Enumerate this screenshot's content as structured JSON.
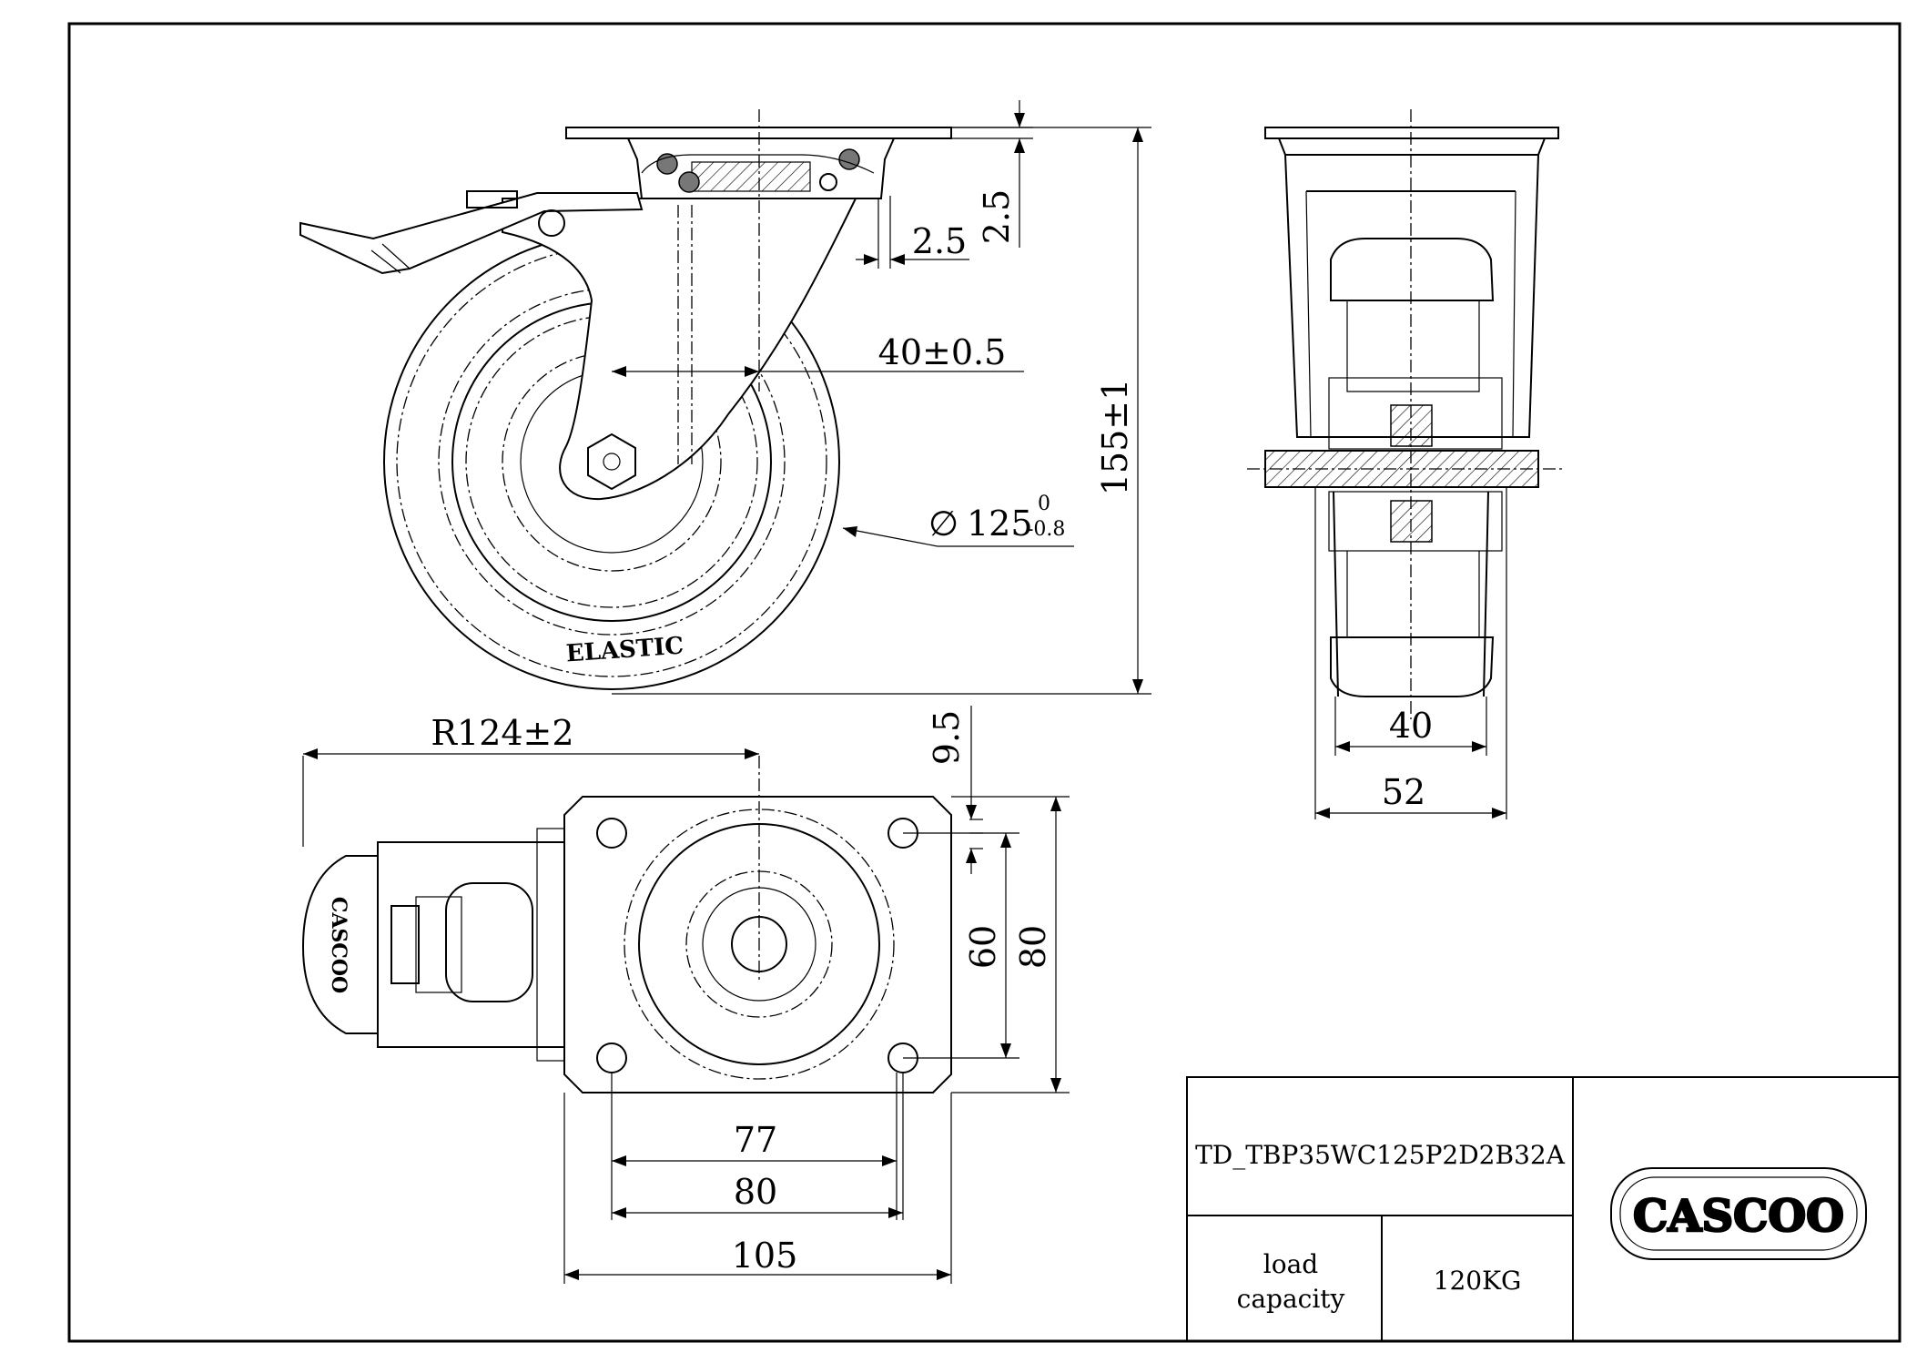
{
  "dimensions": {
    "top_gap_v": "2.5",
    "top_gap_h": "2.5",
    "offset": "40±0.5",
    "wheel_diameter": "125",
    "wheel_tol_upper": "0",
    "wheel_tol_lower": "-0.8",
    "diameter_symbol": "∅",
    "height": "155±1",
    "wheel_width": "40",
    "bracket_width": "52",
    "swivel_radius": "R124±2",
    "hole_offset": "9.5",
    "hole_spacing_y": "60",
    "plate_width_y": "80",
    "hole_spacing_x": "77",
    "hole_span_x": "80",
    "plate_length_x": "105"
  },
  "wheel_marking": "ELASTIC",
  "brake_logo_text": "CASCOO",
  "title_block": {
    "part_number": "TD_TBP35WC125P2D2B32A",
    "load_label_line1": "load",
    "load_label_line2": "capacity",
    "load_value": "120KG",
    "logo_text": "CASCOO"
  }
}
